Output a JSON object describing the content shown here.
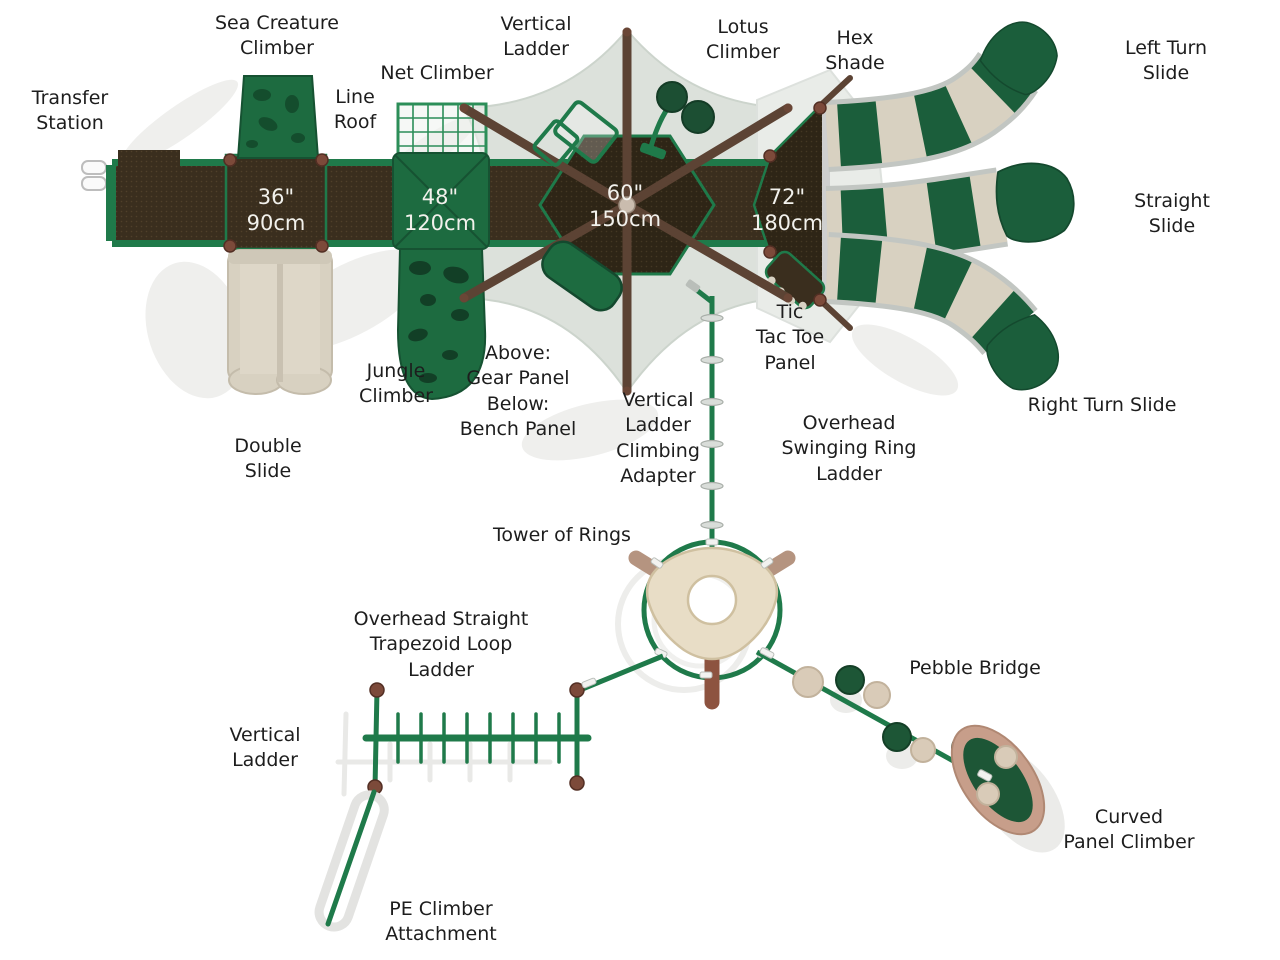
{
  "diagram": {
    "type": "playground-top-view-plan",
    "labels": [
      {
        "id": "sea-creature-climber",
        "text": "Sea Creature\nClimber"
      },
      {
        "id": "transfer-station",
        "text": "Transfer\nStation"
      },
      {
        "id": "net-climber",
        "text": "Net Climber"
      },
      {
        "id": "line-roof",
        "text": "Line\nRoof"
      },
      {
        "id": "vertical-ladder-top",
        "text": "Vertical\nLadder"
      },
      {
        "id": "lotus-climber",
        "text": "Lotus\nClimber"
      },
      {
        "id": "hex-shade",
        "text": "Hex\nShade"
      },
      {
        "id": "left-turn-slide",
        "text": "Left Turn Slide"
      },
      {
        "id": "straight-slide",
        "text": "Straight\nSlide"
      },
      {
        "id": "tic-tac-toe-panel",
        "text": "Tic\nTac Toe\nPanel"
      },
      {
        "id": "jungle-climber",
        "text": "Jungle\nClimber"
      },
      {
        "id": "gear-bench-panel",
        "text": "Above:\nGear Panel\nBelow:\nBench Panel"
      },
      {
        "id": "vertical-ladder-climbing-adapter",
        "text": "Vertical\nLadder\nClimbing\nAdapter"
      },
      {
        "id": "overhead-swinging-ring-ladder",
        "text": "Overhead\nSwinging Ring\nLadder"
      },
      {
        "id": "right-turn-slide",
        "text": "Right Turn Slide"
      },
      {
        "id": "double-slide",
        "text": "Double\nSlide"
      },
      {
        "id": "tower-of-rings",
        "text": "Tower of Rings"
      },
      {
        "id": "overhead-straight-trapezoid-loop-ladder",
        "text": "Overhead Straight\nTrapezoid Loop\nLadder"
      },
      {
        "id": "pebble-bridge",
        "text": "Pebble Bridge"
      },
      {
        "id": "vertical-ladder-bottom",
        "text": "Vertical\nLadder"
      },
      {
        "id": "curved-panel-climber",
        "text": "Curved\nPanel Climber"
      },
      {
        "id": "pe-climber-attachment",
        "text": "PE Climber\nAttachment"
      }
    ],
    "deck_markers": [
      {
        "id": "deck-36",
        "size": "36\"",
        "metric": "90cm"
      },
      {
        "id": "deck-48",
        "size": "48\"",
        "metric": "120cm"
      },
      {
        "id": "deck-60",
        "size": "60\"",
        "metric": "150cm"
      },
      {
        "id": "deck-72",
        "size": "72\"",
        "metric": "180cm"
      }
    ],
    "colors": {
      "component_green": "#1f7a4a",
      "panel_green": "#1d6b40",
      "slide_green": "#1b5e3b",
      "slide_cream": "#d8d1c1",
      "deck_brown_dark": "#33291b",
      "deck_brown": "#3a2e1e",
      "post_brown": "#5c4334",
      "post_knob": "#7c4a3a",
      "shade_gray": "#dce1db",
      "tower_tan": "#e8ddc6",
      "arm_tan": "#b59480",
      "label_text": "#1d1d1d"
    }
  }
}
